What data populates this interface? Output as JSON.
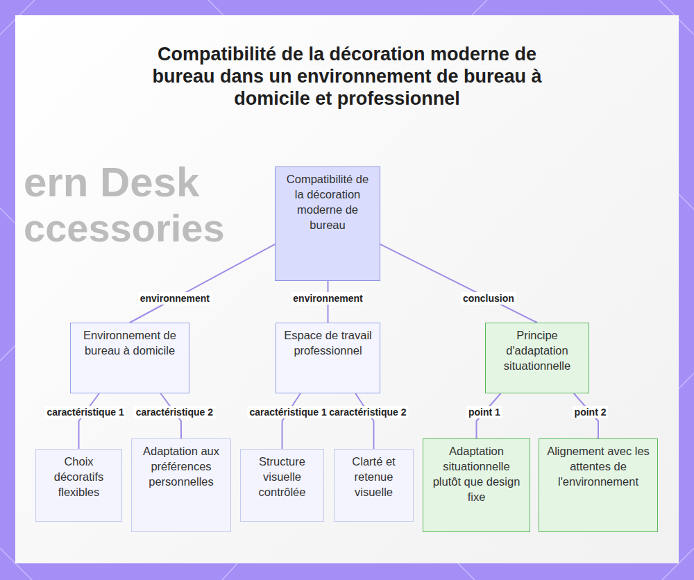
{
  "diagram": {
    "title": "Compatibilité de la décoration moderne de bureau dans un environnement de bureau à domicile et professionnel",
    "nodes": [
      {
        "text": [
          "Compatibilité de la décoration moderne de bureau"
        ]
      },
      {
        "text": [
          "Environnement de bureau à domicile"
        ]
      },
      {
        "text": [
          "Espace de travail professionnel"
        ]
      },
      {
        "text": [
          "Principe d'adaptation situationnelle"
        ]
      },
      {
        "text": [
          "Choix décoratifs flexibles"
        ]
      },
      {
        "text": [
          "Adaptation aux préférences personnelles"
        ]
      },
      {
        "text": [
          "Structure visuelle contrôlée"
        ]
      },
      {
        "text": [
          "Clarté et retenue visuelle"
        ]
      },
      {
        "text": [
          "Adaptation situationnelle plutôt que design fixe"
        ]
      },
      {
        "text": [
          "Alignement avec les attentes de l'environnement"
        ]
      }
    ],
    "edges": [
      {
        "from": 0,
        "to": 1,
        "label": "environnement",
        "arrow": "none"
      },
      {
        "from": 0,
        "to": 2,
        "label": "environnement",
        "arrow": "none"
      },
      {
        "from": 0,
        "to": 3,
        "label": "conclusion",
        "arrow": "none"
      },
      {
        "from": 1,
        "to": 4,
        "label": "caractéristique 1",
        "arrow": "none"
      },
      {
        "from": 1,
        "to": 5,
        "label": "caractéristique 2",
        "arrow": "none"
      },
      {
        "from": 2,
        "to": 6,
        "label": "caractéristique 1",
        "arrow": "none"
      },
      {
        "from": 2,
        "to": 7,
        "label": "caractéristique 2",
        "arrow": "none"
      },
      {
        "from": 3,
        "to": 8,
        "label": "point 1",
        "arrow": "none"
      },
      {
        "from": 3,
        "to": 9,
        "label": "point 2",
        "arrow": "none"
      }
    ],
    "labels": [
      "ern Desk",
      "ccessories"
    ]
  }
}
